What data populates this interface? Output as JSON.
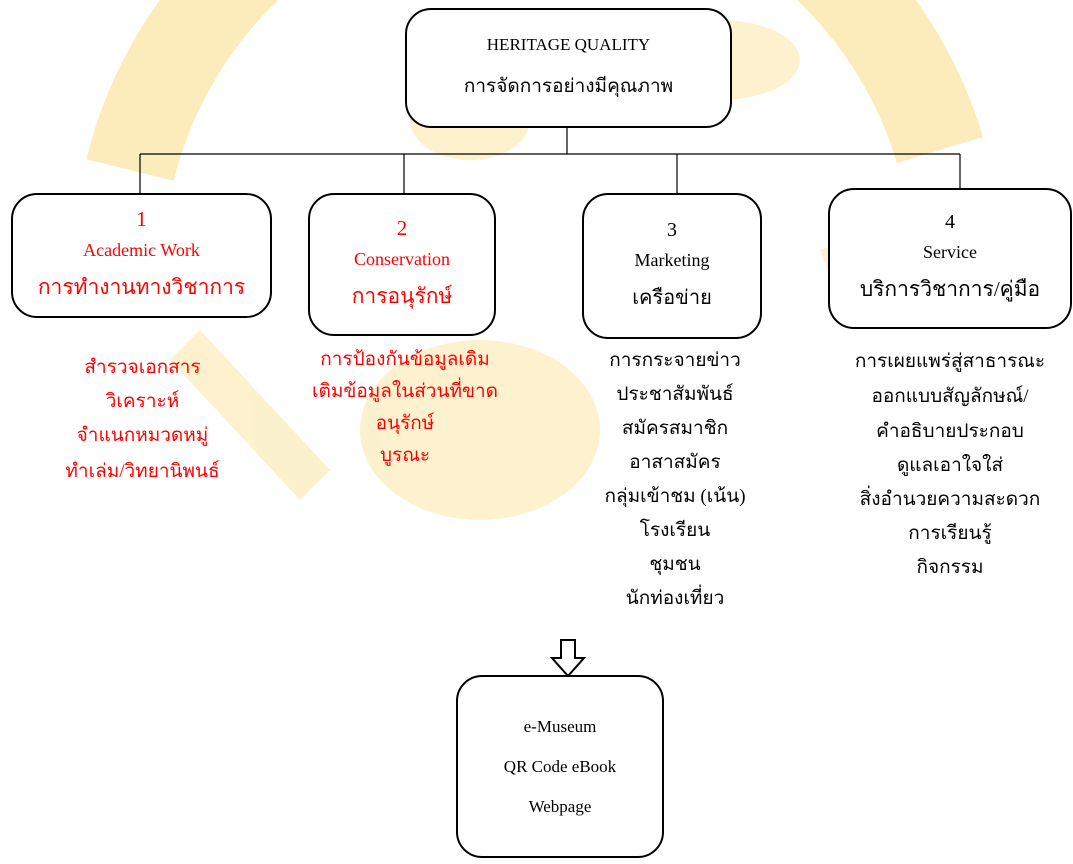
{
  "colors": {
    "red": "#ff0000",
    "black": "#000000",
    "watermark": "#fbe6a6"
  },
  "root": {
    "title_en": "HERITAGE QUALITY",
    "title_th": "การจัดการอย่างมีคุณภาพ"
  },
  "branches": [
    {
      "number": "1",
      "name_en": "Academic Work",
      "name_th": "การทำงานทางวิชาการ",
      "color": "red",
      "items": [
        "สำรวจเอกสาร",
        "วิเคราะห์",
        "จำแนกหมวดหมู่",
        "ทำเล่ม/วิทยานิพนธ์"
      ]
    },
    {
      "number": "2",
      "name_en": "Conservation",
      "name_th": "การอนุรักษ์",
      "color": "red",
      "items": [
        "การป้องกันข้อมูลเดิม",
        "เติมข้อมูลในส่วนที่ขาด",
        "อนุรักษ์",
        "บูรณะ"
      ]
    },
    {
      "number": "3",
      "name_en": "Marketing",
      "name_th": "เครือข่าย",
      "color": "black",
      "items": [
        "การกระจายข่าว",
        "ประชาสัมพันธ์",
        "สมัครสมาชิก",
        "อาสาสมัคร",
        "กลุ่มเข้าชม (เน้น)",
        "โรงเรียน",
        "ชุมชน",
        "นักท่องเที่ยว"
      ]
    },
    {
      "number": "4",
      "name_en": "Service",
      "name_th": "บริการวิชาการ/คู่มือ",
      "color": "black",
      "items": [
        "การเผยแพร่สู่สาธารณะ",
        "ออกแบบสัญลักษณ์/",
        "คำอธิบายประกอบ",
        "ดูแลเอาใจใส่",
        "สิ่งอำนวยความสะดวก",
        "การเรียนรู้",
        "กิจกรรม"
      ]
    }
  ],
  "output": {
    "lines": [
      "e-Museum",
      "QR Code eBook",
      "Webpage"
    ]
  }
}
